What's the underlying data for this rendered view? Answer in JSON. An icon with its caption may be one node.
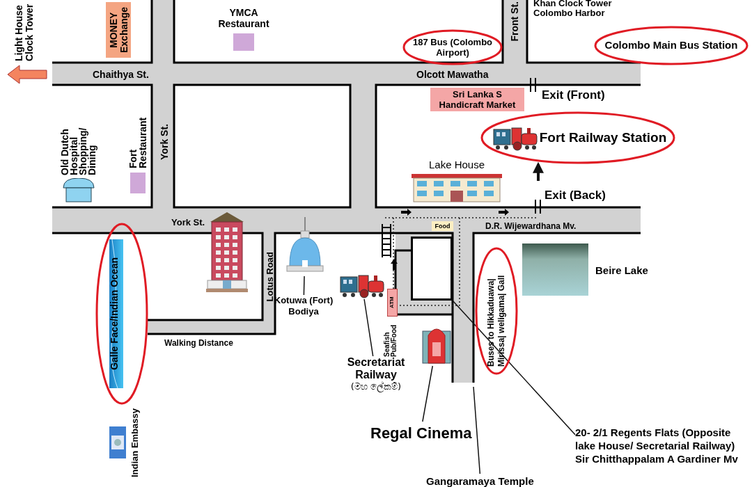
{
  "diagram": {
    "nodes": [
      {
        "text": [
          "MONEY Exchange"
        ]
      },
      {
        "text": [
          "YMCA Restaurant"
        ]
      },
      {
        "text": [
          "187 Bus (Colombo Airport)"
        ]
      },
      {
        "text": [
          "Colombo Main Bus Station"
        ]
      },
      {
        "text": [
          "Sri Lanka S Handicraft Market"
        ]
      },
      {
        "text": [
          "Fort Railway Station"
        ]
      },
      {
        "text": [
          "Old Dutch Hospital Shopping/ Dining"
        ]
      },
      {
        "text": [
          "Fort Restaurant"
        ]
      },
      {
        "text": [
          "Lake House"
        ]
      },
      {
        "text": [],
        "shape": "picture"
      },
      {
        "text": [],
        "shape": "picture"
      },
      {
        "text": [
          "Kotuwa (Fort) Bodiya"
        ]
      },
      {
        "text": [],
        "shape": "picture"
      },
      {
        "text": [
          "Secretariat Railway",
          "(මහ ලේකම්)"
        ]
      },
      {
        "text": [
          "ATM"
        ]
      },
      {
        "text": [],
        "shape": "box"
      },
      {
        "text": [
          "Food"
        ]
      },
      {
        "text": [],
        "shape": "picture"
      },
      {
        "text": [
          "Regal Cinema"
        ]
      },
      {
        "text": [
          "Gangaramaya Temple"
        ]
      },
      {
        "text": [
          "Buses to Hikkaduawa| Mirissa| weligama| Gall"
        ]
      },
      {
        "text": [],
        "shape": "picture",
        "beside": [
          "Beire Lake"
        ]
      },
      {
        "text": [
          "Galle Face/Indian Ocean"
        ]
      },
      {
        "text": [],
        "shape": "picture",
        "beside": [
          "Indian Embassy"
        ]
      },
      {
        "text": [
          "20- 2/1 Regents Flats (Opposite lake House/ Secretarial Railway) Sir Chitthappalam A Gardiner Mv"
        ]
      }
    ],
    "edges": [
      {
        "from": 11,
        "to": 10,
        "arrow": "none"
      },
      {
        "from": 13,
        "to": 12,
        "arrow": "none"
      },
      {
        "from": 18,
        "to": 17,
        "arrow": "none"
      },
      {
        "from": 19,
        "to": null,
        "arrow": "none"
      },
      {
        "from": 24,
        "to": 15,
        "arrow": "none"
      },
      {
        "from": null,
        "to": 5,
        "arrow": "to",
        "style": "thick"
      }
    ],
    "labels": [
      "Light House Clock Tower",
      "Khan Clock Tower Colombo Harbor",
      "Front St.",
      "Chaithya St.",
      "Olcott Mawatha",
      "Exit (Front)",
      "York St.",
      "Exit (Back)",
      "York St.",
      "D.R. Wijewardhana Mv.",
      "Lotus Road",
      "Walking Distance",
      "Seafish Pub/Food"
    ]
  }
}
